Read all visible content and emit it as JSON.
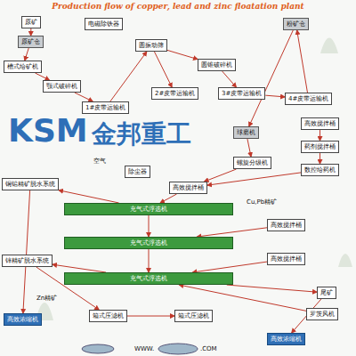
{
  "diagram": {
    "title": "Production flow of copper, lead and zinc floatation plant",
    "nodes": [
      {
        "text": [
          "原矿"
        ]
      },
      {
        "text": [
          "原矿仓"
        ]
      },
      {
        "text": [
          "槽式给矿机"
        ]
      },
      {
        "text": [
          "颚式破碎机"
        ]
      },
      {
        "text": [
          "电磁除铁器"
        ]
      },
      {
        "text": [
          "圆振动筛"
        ]
      },
      {
        "text": [
          "圆锥破碎机"
        ]
      },
      {
        "text": [
          "1#皮带运输机"
        ]
      },
      {
        "text": [
          "2#皮带运输机"
        ]
      },
      {
        "text": [
          "3#皮带运输机"
        ]
      },
      {
        "text": [
          "粉矿仓"
        ]
      },
      {
        "text": [
          "4#皮带运输机"
        ]
      },
      {
        "text": [
          "除尘器"
        ]
      },
      {
        "text": [
          "球磨机"
        ]
      },
      {
        "text": [
          "螺旋分级机"
        ]
      },
      {
        "text": [
          "高效搅拌桶"
        ]
      },
      {
        "text": [
          "药剂搅拌桶"
        ]
      },
      {
        "text": [
          "数控给药机"
        ]
      },
      {
        "text": [
          "高效搅拌桶"
        ]
      },
      {
        "text": [
          "充气式浮选机"
        ]
      },
      {
        "text": [
          "充气式浮选机"
        ]
      },
      {
        "text": [
          "充气式浮选机"
        ]
      },
      {
        "text": [
          "铜铅精矿脱水系统"
        ]
      },
      {
        "text": [
          "锌精矿脱水系统"
        ]
      },
      {
        "text": [
          "高效搅拌桶"
        ]
      },
      {
        "text": [
          "高效搅拌桶"
        ]
      },
      {
        "text": [
          "尾矿"
        ]
      },
      {
        "text": [
          "高效浓缩机"
        ]
      },
      {
        "text": [
          "箱式压滤机"
        ]
      },
      {
        "text": [
          "箱式压滤机"
        ]
      },
      {
        "text": [
          "罗茨风机"
        ]
      },
      {
        "text": [
          "高效浓缩机"
        ]
      }
    ],
    "edges": [
      {
        "from": 0,
        "to": 1,
        "arrow": "to"
      },
      {
        "from": 1,
        "to": 2,
        "arrow": "to"
      },
      {
        "from": 2,
        "to": 3,
        "arrow": "to"
      },
      {
        "from": 3,
        "to": 7,
        "arrow": "to"
      },
      {
        "from": 7,
        "to": 5,
        "arrow": "to"
      },
      {
        "from": 5,
        "to": 6,
        "arrow": "to"
      },
      {
        "from": 5,
        "to": 8,
        "arrow": "to"
      },
      {
        "from": 6,
        "to": 9,
        "arrow": "to"
      },
      {
        "from": 9,
        "to": 11,
        "arrow": "to"
      },
      {
        "from": 11,
        "to": 10,
        "arrow": "to"
      },
      {
        "from": 10,
        "to": 13,
        "arrow": "to"
      },
      {
        "from": 13,
        "to": 14,
        "arrow": "to"
      },
      {
        "from": 14,
        "to": 18,
        "arrow": "to"
      },
      {
        "from": 15,
        "to": 16,
        "arrow": "to"
      },
      {
        "from": 16,
        "to": 17,
        "arrow": "to"
      },
      {
        "from": 17,
        "to": 18,
        "arrow": "to"
      },
      {
        "from": 18,
        "to": 19,
        "arrow": "to"
      },
      {
        "from": 19,
        "to": 20,
        "arrow": "to"
      },
      {
        "from": 20,
        "to": 21,
        "arrow": "to"
      },
      {
        "from": 19,
        "to": 22,
        "arrow": "to"
      },
      {
        "from": 24,
        "to": 20,
        "arrow": "to"
      },
      {
        "from": 25,
        "to": 21,
        "arrow": "to"
      },
      {
        "from": 21,
        "to": 23,
        "arrow": "to"
      },
      {
        "from": 21,
        "to": 26,
        "arrow": "to"
      },
      {
        "from": 22,
        "to": 27,
        "arrow": "to"
      },
      {
        "from": 23,
        "to": 28,
        "arrow": "to"
      },
      {
        "from": 28,
        "to": 29,
        "arrow": "to"
      },
      {
        "from": 30,
        "to": 21,
        "arrow": "to"
      },
      {
        "from": 26,
        "to": 31,
        "arrow": "to"
      }
    ],
    "labels": [
      "KSM",
      "金邦重工",
      "空气",
      "Cu,Pb精矿",
      "Zn精矿",
      "WWW.",
      ".COM"
    ]
  }
}
